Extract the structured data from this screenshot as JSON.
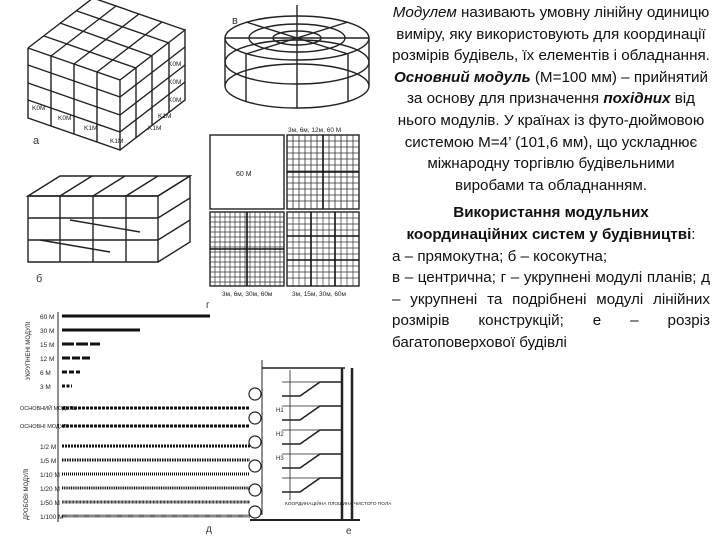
{
  "figure": {
    "labels": {
      "a": "а",
      "b": "б",
      "v": "в",
      "g": "г",
      "d": "д",
      "e": "е"
    },
    "grid_labels": {
      "large": "60 М",
      "top_right": "3м, 6м, 12м, 60 М",
      "bottom_left": "3м, 6м, 30м, 60м",
      "bottom_right": "3м, 15м, 30м, 60м"
    },
    "dims": {
      "ka": "K0M",
      "kb": "K1M"
    },
    "scale_top": [
      "60 М",
      "30 М",
      "15 М",
      "12 М",
      "6 М",
      "3 М"
    ],
    "scale_top_caption": "УКРУПНЕНІ МОДУЛІ",
    "scale_mid": [
      "ОСНОВНИЙ МОДУЛЬ",
      "ОСНОВНІ МОДУЛІ"
    ],
    "scale_bottom": [
      "1/2 М",
      "1/5 М",
      "1/10 М",
      "1/20 М",
      "1/50 М",
      "1/100 М"
    ],
    "scale_bottom_caption": "ДРОБОВІ МОДУЛІ",
    "section": {
      "note": "КООРДИНАЦІЙНА ПЛОЩИНА ЧИСТОГО ПОЛА",
      "dims": [
        "Н1",
        "Н2",
        "Н3"
      ]
    }
  },
  "text": {
    "p1_term": "Модулем",
    "p1_rest": " називають умовну лінійну одиницю виміру, яку використовують для координації розмірів будівель, їх елементів і обладнання. ",
    "p1_term2": "Основний модуль",
    "p1_rest2": " (М=100 мм) – прийнятий за основу для призначення ",
    "p1_term3": "похідних",
    "p1_rest3": " від нього модулів. У країнах із футо-дюймовою системою М=4’ (101,6 мм), що ускладнює міжнародну торгівлю будівельними виробами та обладнанням.",
    "heading": "Використання модульних координаційних систем у будівництві",
    "heading_colon": ":",
    "caption_lines": [
      "а – прямокутна; б – косокутна;",
      "в – центрична; г – укрупнені модулі планів; д – укрупнені та подрібнені модулі лінійних розмірів конструкцій; е – розріз багатоповерхової будівлі"
    ]
  }
}
